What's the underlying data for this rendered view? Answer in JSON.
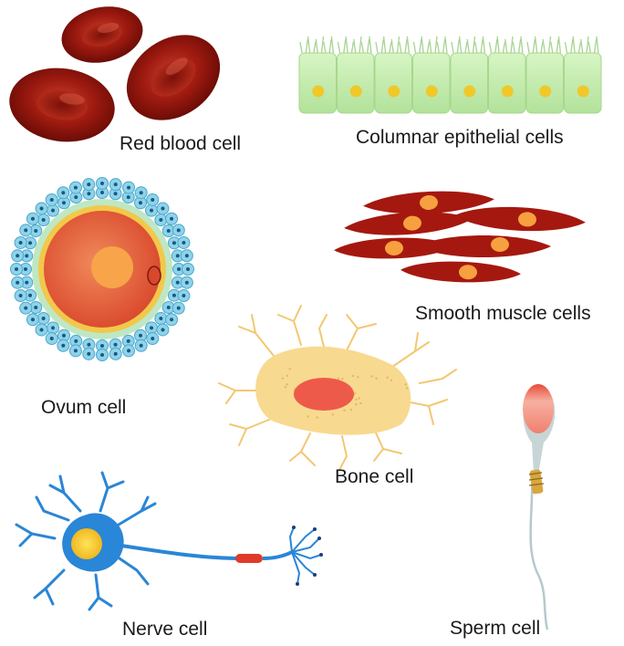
{
  "labels": {
    "red_blood_cell": "Red blood cell",
    "columnar_epithelial_cells": "Columnar epithelial cells",
    "ovum_cell": "Ovum cell",
    "smooth_muscle_cells": "Smooth muscle cells",
    "bone_cell": "Bone cell",
    "nerve_cell": "Nerve cell",
    "sperm_cell": "Sperm cell"
  },
  "colors": {
    "rbc": "#9e1a10",
    "rbc_highlight": "#d04a36",
    "epithelium": "#c5ecb0",
    "epithelium_cilia": "#b5dca0",
    "nucleus_yellow": "#f0c82a",
    "ovum_cytoplasm": "#e8623c",
    "ovum_nucleus": "#f7a44a",
    "ovum_zona": "#f2c84a",
    "ovum_follicle": "#8fd3ea",
    "muscle": "#a5180f",
    "muscle_nucleus": "#f6a040",
    "bone": "#f8d990",
    "bone_nucleus": "#ee5a4a",
    "neuron": "#2a86d6",
    "neuron_soma": "#1f6fc0",
    "myelin": "#e03a2a",
    "sperm_head": "#f4a08a",
    "sperm_midpiece": "#d9a640"
  }
}
